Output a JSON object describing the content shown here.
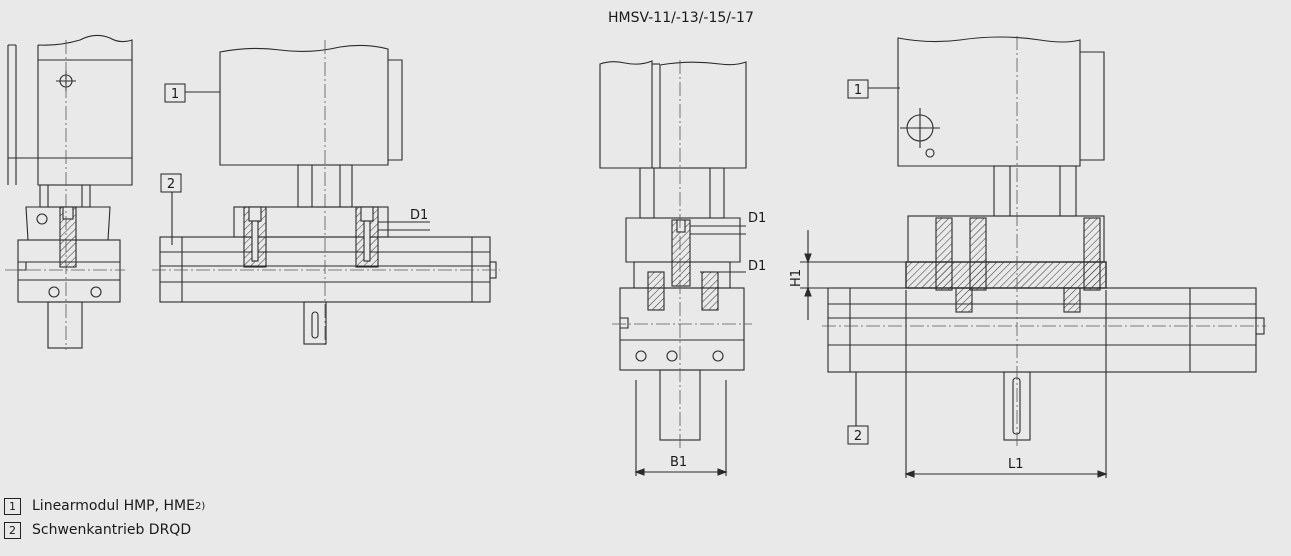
{
  "title": "HMSV-11/-13/-15/-17",
  "callouts": {
    "one": "1",
    "two": "2"
  },
  "dimensions": {
    "d1": "D1",
    "b1": "B1",
    "l1": "L1",
    "h1": "H1"
  },
  "legend": [
    {
      "num": "1",
      "text": "Linearmodul HMP, HME",
      "sup": "2)"
    },
    {
      "num": "2",
      "text": "Schwenkantrieb DRQD",
      "sup": ""
    }
  ],
  "colors": {
    "background": "#e9e9ea",
    "line": "#2b2b2b",
    "centerline": "#555555"
  }
}
